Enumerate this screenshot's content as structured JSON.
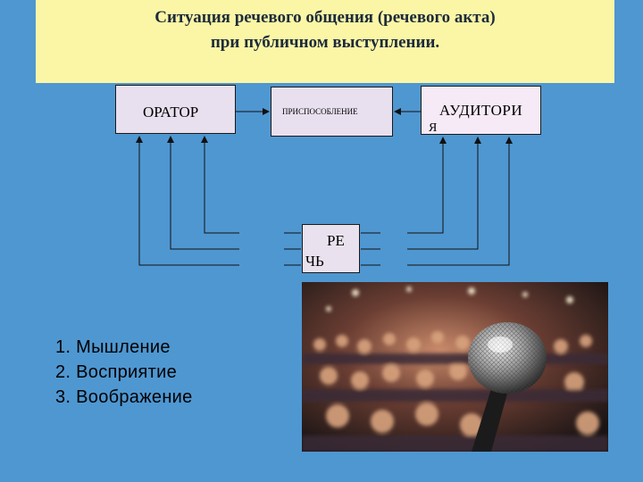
{
  "title": {
    "line1": "Ситуация речевого общения (речевого акта)",
    "line2": "при публичном выступлении."
  },
  "diagram": {
    "orator": "ОРАТОР",
    "adaptation": "ПРИСПОСОБЛЕНИЕ",
    "audience_line1": "АУДИТОРИ",
    "audience_line2": "Я",
    "speech_line1": "РЕ",
    "speech_line2": "ЧЬ"
  },
  "list": [
    "1. Мышление",
    "2. Восприятие",
    "3. Воображение"
  ],
  "photo": {
    "description_icon": "microphone-audience-photo"
  },
  "colors": {
    "background": "#4f97d1",
    "title_band": "#fbf6a6",
    "box": "#e8e0ef"
  }
}
